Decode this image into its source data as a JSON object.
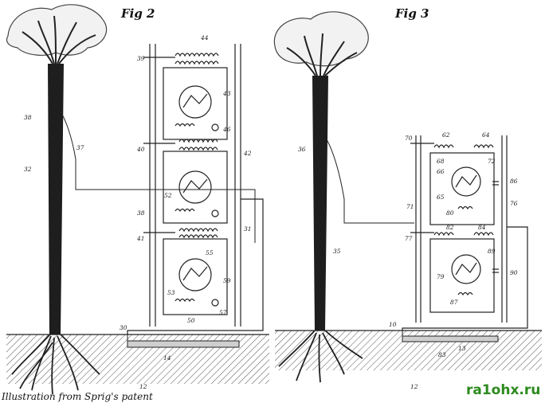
{
  "figures": [
    {
      "id": "fig2",
      "title": "Fig 2",
      "labels": [
        "44",
        "39",
        "38",
        "32",
        "37",
        "40",
        "42",
        "31",
        "38",
        "41",
        "53",
        "55",
        "57",
        "52",
        "59",
        "50",
        "46",
        "43",
        "30",
        "12",
        "14"
      ]
    },
    {
      "id": "fig3",
      "title": "Fig 3",
      "labels": [
        "70",
        "62",
        "64",
        "68",
        "66",
        "72",
        "65",
        "86",
        "76",
        "71",
        "80",
        "82",
        "84",
        "77",
        "79",
        "89",
        "87",
        "90",
        "35",
        "36",
        "10",
        "83",
        "13",
        "12"
      ]
    }
  ],
  "caption": "Illustration from Sprig's patent",
  "watermark": "ra1ohx.ru"
}
